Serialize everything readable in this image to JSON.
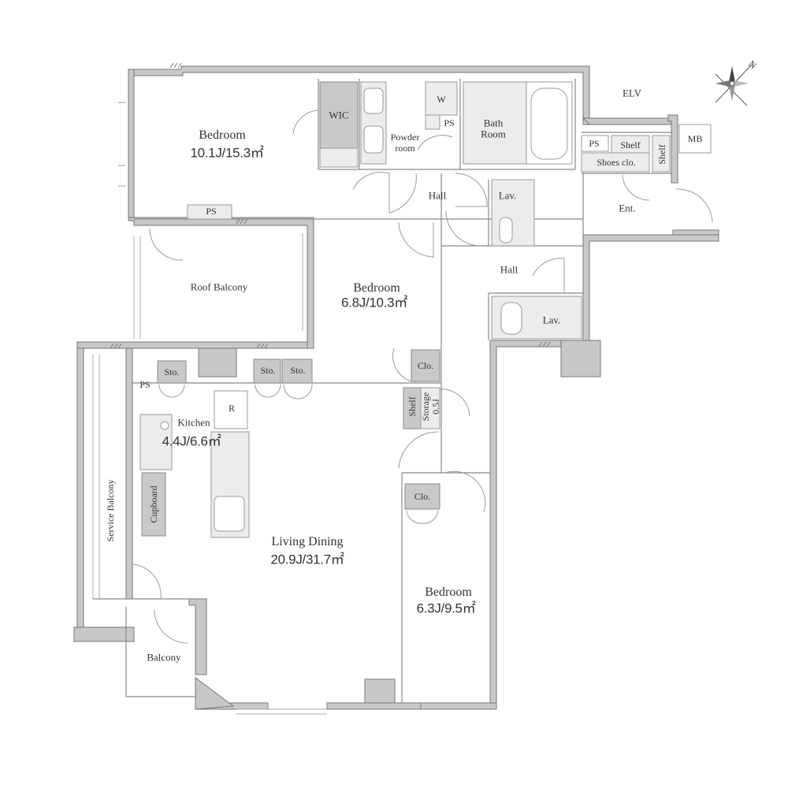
{
  "rooms": {
    "bedroom1": {
      "name": "Bedroom",
      "area": "10.1J/15.3㎡"
    },
    "bedroom2": {
      "name": "Bedroom",
      "area": "6.8J/10.3㎡"
    },
    "bedroom3": {
      "name": "Bedroom",
      "area": "6.3J/9.5㎡"
    },
    "living": {
      "name": "Living Dining",
      "area": "20.9J/31.7㎡"
    },
    "kitchen": {
      "name": "Kitchen",
      "area": "4.4J/6.6㎡"
    }
  },
  "labels": {
    "wic": "WIC",
    "w": "W",
    "ps": "PS",
    "powder": "Powder",
    "room": "room",
    "bath": "Bath",
    "bath_room": "Room",
    "elv": "ELV",
    "mb": "MB",
    "shelf": "Shelf",
    "shoes": "Shoes clo.",
    "hall": "Hall",
    "lav": "Lav.",
    "ent": "Ent.",
    "roof_balcony": "Roof Balcony",
    "sto": "Sto.",
    "clo": "Clo.",
    "storage": "Storage",
    "storage_size": "0.5J",
    "r": "R",
    "cupboard": "Cupboard",
    "service_balcony": "Service Balcony",
    "balcony": "Balcony"
  },
  "compass": {
    "north_letter": "N",
    "icon": "compass-rose-icon"
  }
}
